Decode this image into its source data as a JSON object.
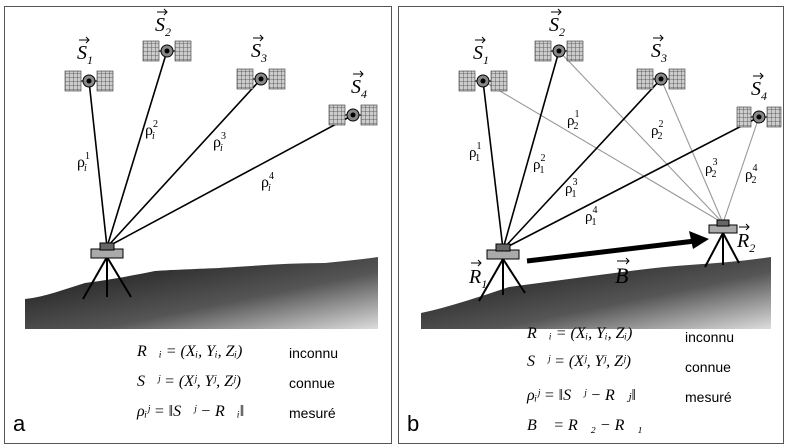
{
  "panel_a": {
    "letter": "a",
    "satellites": [
      {
        "label": "S",
        "sub": "1"
      },
      {
        "label": "S",
        "sub": "2"
      },
      {
        "label": "S",
        "sub": "3"
      },
      {
        "label": "S",
        "sub": "4"
      }
    ],
    "ranges": [
      {
        "label": "ρ",
        "sub": "i",
        "sup": "1"
      },
      {
        "label": "ρ",
        "sub": "i",
        "sup": "2"
      },
      {
        "label": "ρ",
        "sub": "i",
        "sup": "3"
      },
      {
        "label": "ρ",
        "sub": "i",
        "sup": "4"
      }
    ],
    "equations": [
      {
        "text": "R⃗ᵢ = (Xᵢ, Yᵢ, Zᵢ)",
        "status": "inconnu"
      },
      {
        "text": "S⃗ʲ = (Xʲ, Yʲ, Zʲ)",
        "status": "connue"
      },
      {
        "text": "ρᵢʲ = ‖S⃗ʲ − R⃗ᵢ‖",
        "status": "mesuré"
      }
    ]
  },
  "panel_b": {
    "letter": "b",
    "satellites": [
      {
        "label": "S",
        "sub": "1"
      },
      {
        "label": "S",
        "sub": "2"
      },
      {
        "label": "S",
        "sub": "3"
      },
      {
        "label": "S",
        "sub": "4"
      }
    ],
    "ranges_rx1": [
      {
        "label": "ρ",
        "sub": "1",
        "sup": "1"
      },
      {
        "label": "ρ",
        "sub": "1",
        "sup": "2"
      },
      {
        "label": "ρ",
        "sub": "1",
        "sup": "3"
      },
      {
        "label": "ρ",
        "sub": "1",
        "sup": "4"
      }
    ],
    "ranges_rx2": [
      {
        "label": "ρ",
        "sub": "2",
        "sup": "1"
      },
      {
        "label": "ρ",
        "sub": "2",
        "sup": "2"
      },
      {
        "label": "ρ",
        "sub": "2",
        "sup": "3"
      },
      {
        "label": "ρ",
        "sub": "2",
        "sup": "4"
      }
    ],
    "receivers": [
      {
        "label": "R",
        "sub": "1"
      },
      {
        "label": "R",
        "sub": "2"
      }
    ],
    "baseline_label": "B",
    "equations": [
      {
        "text": "R⃗ᵢ = (Xᵢ, Yᵢ, Zᵢ)",
        "status": "inconnu"
      },
      {
        "text": "S⃗ʲ = (Xʲ, Yʲ, Zʲ)",
        "status": "connue"
      },
      {
        "text": "ρᵢʲ = ‖S⃗ʲ − R⃗ⱼ‖",
        "status": "mesuré"
      },
      {
        "text": "B⃗ = R⃗₂ − R⃗₁",
        "status": ""
      }
    ]
  }
}
